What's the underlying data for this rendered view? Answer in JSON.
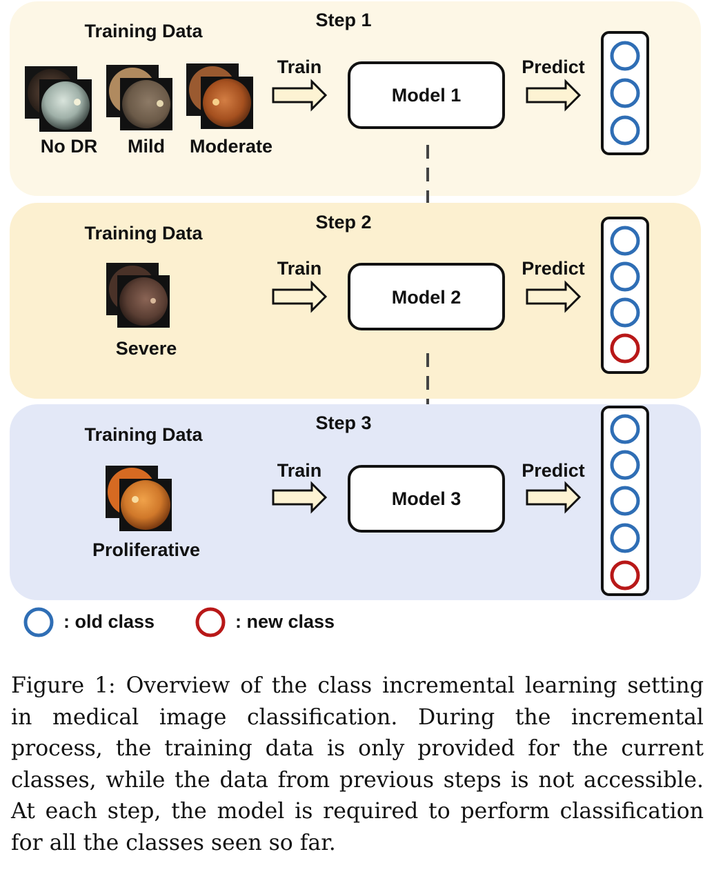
{
  "colors": {
    "panel_step1": "#fdf7e6",
    "panel_step2": "#fcf0d0",
    "panel_step3": "#e3e8f7",
    "old_class": "#2f6eb5",
    "new_class": "#b81818",
    "arrow_fill": "#fdf3d3"
  },
  "steps": [
    {
      "step_label": "Step 1",
      "training_label": "Training Data",
      "train_label": "Train",
      "model_label": "Model 1",
      "predict_label": "Predict",
      "images": [
        {
          "label": "No DR",
          "tone": [
            "#2a2a2a",
            "#9fb0a8"
          ]
        },
        {
          "label": "Mild",
          "tone": [
            "#8a6a45",
            "#6b5a48"
          ]
        },
        {
          "label": "Moderate",
          "tone": [
            "#8a4a22",
            "#b0582a"
          ]
        }
      ],
      "outputs": [
        "old",
        "old",
        "old"
      ]
    },
    {
      "step_label": "Step 2",
      "training_label": "Training Data",
      "train_label": "Train",
      "model_label": "Model 2",
      "predict_label": "Predict",
      "images": [
        {
          "label": "Severe",
          "tone": [
            "#3a2a25",
            "#5a3e33"
          ]
        }
      ],
      "outputs": [
        "old",
        "old",
        "old",
        "new"
      ]
    },
    {
      "step_label": "Step 3",
      "training_label": "Training Data",
      "train_label": "Train",
      "model_label": "Model 3",
      "predict_label": "Predict",
      "images": [
        {
          "label": "Proliferative",
          "tone": [
            "#d4661f",
            "#c9701c"
          ]
        }
      ],
      "outputs": [
        "old",
        "old",
        "old",
        "old",
        "new"
      ]
    }
  ],
  "legend": {
    "old_label": ": old class",
    "new_label": ": new class"
  },
  "caption": "Figure 1: Overview of the class incremental learning setting in medical image classification. During the incremental process, the training data is only provided for the current classes, while the data from previous steps is not accessible. At each step, the model is required to perform classification for all the classes seen so far."
}
